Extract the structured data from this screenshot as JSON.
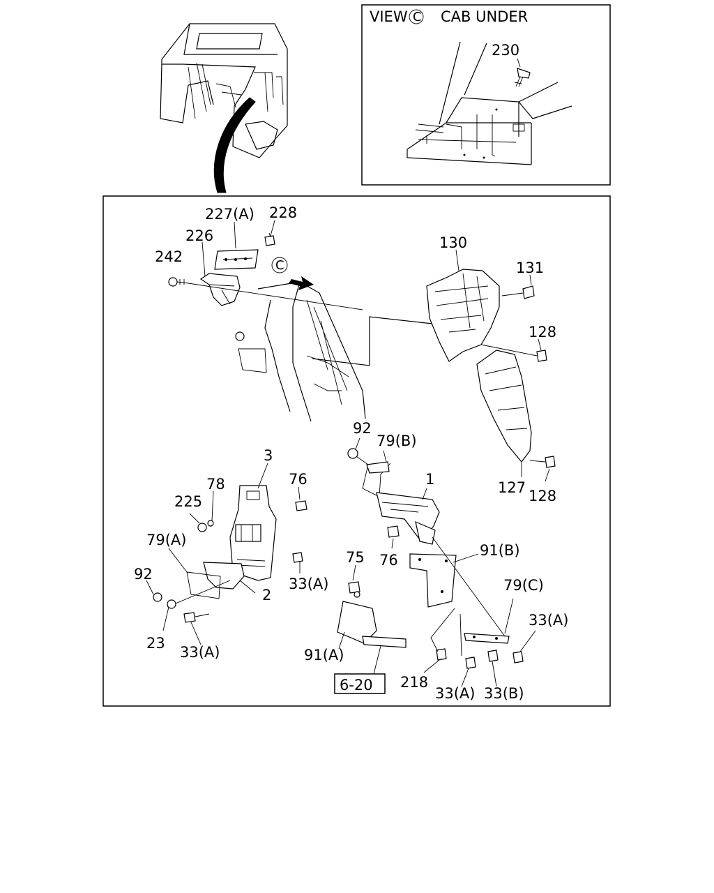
{
  "inset": {
    "view_letter": "VIEW",
    "view_circle": "C",
    "caption": "CAB UNDER",
    "part_230": "230"
  },
  "main": {
    "circle_c": "C",
    "ref_box": "6-20",
    "labels": {
      "p227a": "227(A)",
      "p228": "228",
      "p226": "226",
      "p242": "242",
      "p130": "130",
      "p131": "131",
      "p128a": "128",
      "p128b": "128",
      "p127": "127",
      "p92a": "92",
      "p79b": "79(B)",
      "p1": "1",
      "p3": "3",
      "p78": "78",
      "p76a": "76",
      "p225": "225",
      "p79a": "79(A)",
      "p92b": "92",
      "p33a1": "33(A)",
      "p2": "2",
      "p23": "23",
      "p33a2": "33(A)",
      "p76b": "76",
      "p75": "75",
      "p91b": "91(B)",
      "p79c": "79(C)",
      "p33a3": "33(A)",
      "p91a": "91(A)",
      "p218": "218",
      "p33a4": "33(A)",
      "p33b": "33(B)"
    }
  }
}
